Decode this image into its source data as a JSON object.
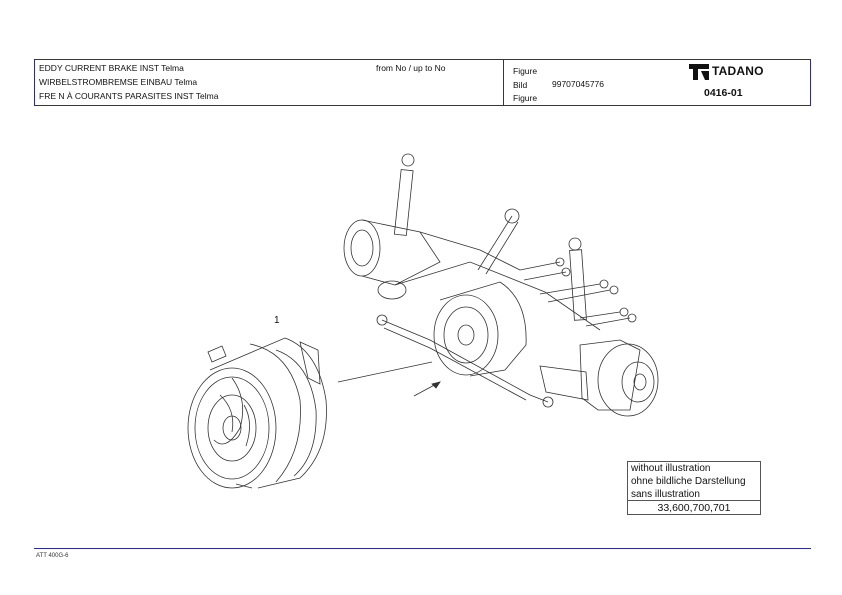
{
  "header": {
    "title_en": "EDDY CURRENT BRAKE INST Telma",
    "title_de": "WIRBELSTROMBREMSE EINBAU Telma",
    "title_fr": "FRE N À COURANTS PARASITES INST Telma",
    "range": "from No / up to No",
    "label_figure_1": "Figure",
    "label_bild": "Bild",
    "label_figure_2": "Figure",
    "part_number": "99707045776",
    "brand": "TADANO",
    "doc_number": "0416-01"
  },
  "drawing": {
    "callout_number": "1"
  },
  "legend": {
    "line_en": "without illustration",
    "line_de": "ohne bildliche Darstellung",
    "line_fr": "sans illustration",
    "numbers": "33,600,700,701"
  },
  "footer": {
    "code": "ATT 400G-6"
  },
  "colors": {
    "frame": "#2a2a9a",
    "ink": "#111111"
  }
}
